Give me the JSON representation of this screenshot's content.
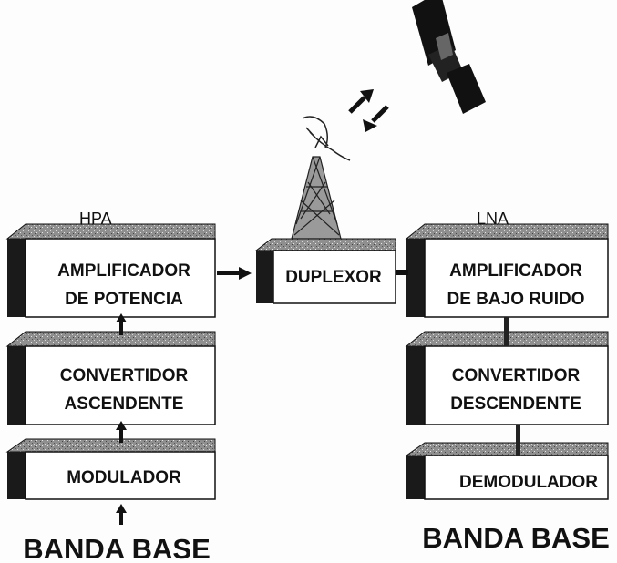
{
  "labels": {
    "hpa": "HPA",
    "lna": "LNA",
    "banda_base_left": "BANDA BASE",
    "banda_base_right": "BANDA BASE"
  },
  "boxes": {
    "amplificador_potencia": [
      "AMPLIFICADOR",
      "DE POTENCIA"
    ],
    "convertidor_ascendente": [
      "CONVERTIDOR",
      "ASCENDENTE"
    ],
    "modulador": [
      "MODULADOR"
    ],
    "duplexor": [
      "DUPLEXOR"
    ],
    "amplificador_bajo_ruido": [
      "AMPLIFICADOR",
      "DE BAJO RUIDO"
    ],
    "convertidor_descendente": [
      "CONVERTIDOR",
      "DESCENDENTE"
    ],
    "demodulador": [
      "DEMODULADOR"
    ]
  },
  "icons": [
    "satellite-icon",
    "antenna-tower-icon",
    "dish-icon"
  ],
  "colors": {
    "ink": "#111111",
    "box_top": "#9a9a9a",
    "box_side": "#1a1a1a",
    "box_face": "#ffffff"
  }
}
